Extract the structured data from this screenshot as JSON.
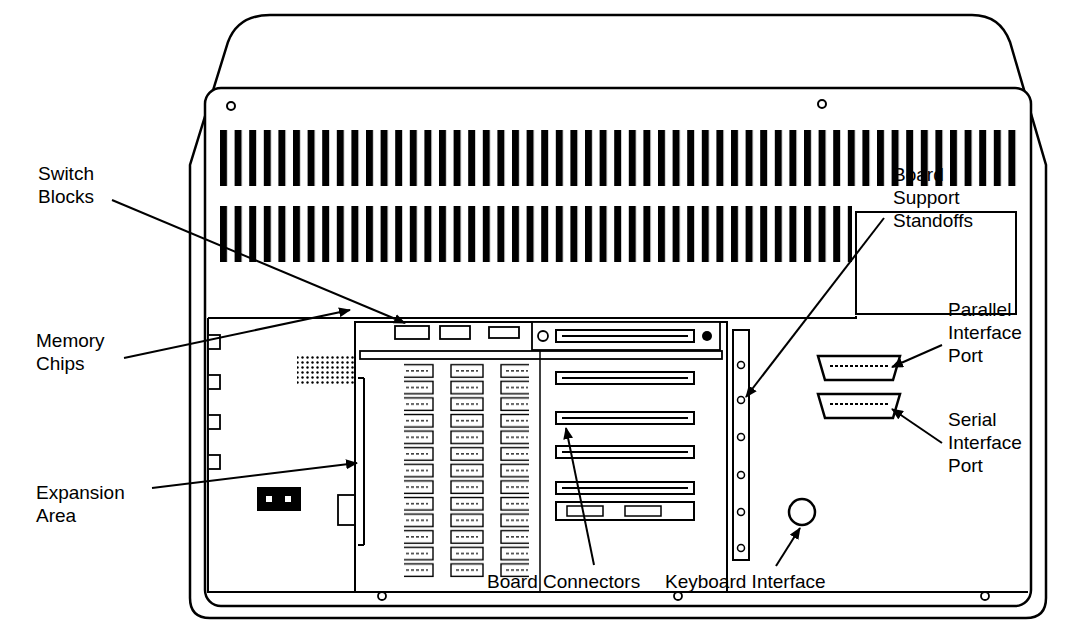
{
  "diagram": {
    "labels": [
      "Switch Blocks",
      "Board Support Standoffs",
      "Memory Chips",
      "Parallel Interface Port",
      "Expansion Area",
      "Serial Interface Port",
      "Board Connectors",
      "Keyboard Interface"
    ]
  }
}
